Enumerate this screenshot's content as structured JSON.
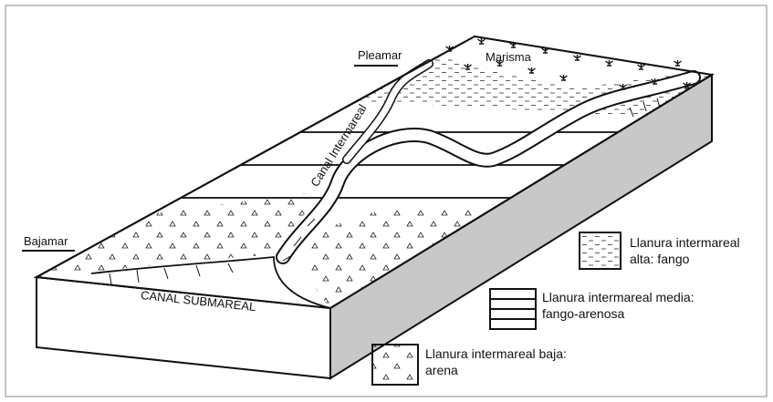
{
  "labels": {
    "pleamar": "Pleamar",
    "bajamar": "Bajamar",
    "marisma": "Marisma",
    "canal_intermareal": "Canal Intermareal",
    "canal_submareal": "CANAL SUBMAREAL"
  },
  "legend": [
    {
      "id": "alta",
      "line1": "Llanura intermareal",
      "line2": "alta: fango",
      "pattern": "dashes"
    },
    {
      "id": "media",
      "line1": "Llanura intermareal media:",
      "line2": "fango-arenosa",
      "pattern": "horizontal-lines"
    },
    {
      "id": "baja",
      "line1": "Llanura intermareal baja:",
      "line2": "arena",
      "pattern": "triangles"
    }
  ],
  "colors": {
    "ink": "#111111",
    "slope": "#c8c8c8",
    "frame": "#888888"
  }
}
